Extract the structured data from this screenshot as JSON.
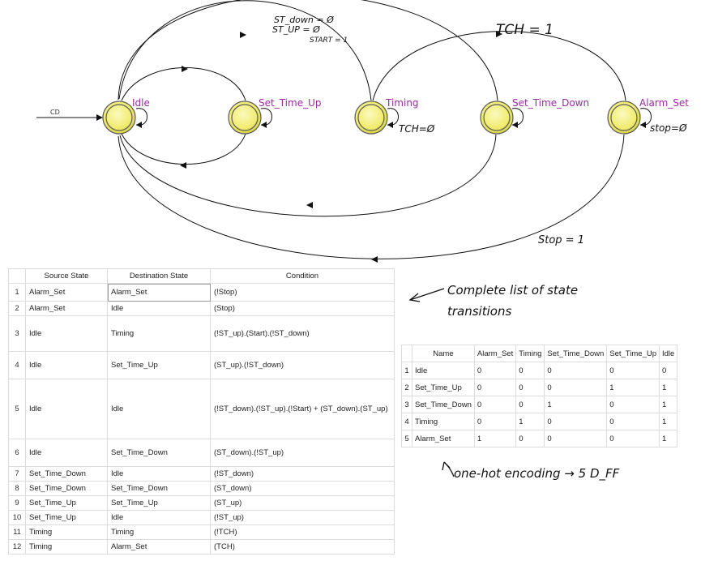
{
  "diagram": {
    "states": [
      {
        "id": "idle",
        "label": "Idle"
      },
      {
        "id": "set_time_up",
        "label": "Set_Time_Up"
      },
      {
        "id": "timing",
        "label": "Timing"
      },
      {
        "id": "set_time_down",
        "label": "Set_Time_Down"
      },
      {
        "id": "alarm_set",
        "label": "Alarm_Set"
      }
    ],
    "input_label": "CD",
    "annotations": {
      "st_down": "ST_down = Ø",
      "st_up": "ST_UP = Ø",
      "start": "START = 1",
      "tch1": "TCH = 1",
      "tch0": "TCH=Ø",
      "stop0": "stop=Ø",
      "stop1": "Stop = 1",
      "transitions_note_1": "Complete list of state",
      "transitions_note_2": "transitions",
      "encoding_note": "one-hot encoding → 5 D_FF"
    },
    "colors": {
      "state_fill": "#f3f07a",
      "state_ring": "#5a5a5a",
      "label": "#9a2aa0",
      "line": "#111111"
    }
  },
  "transitions": {
    "headers": [
      "Source State",
      "Destination State",
      "Condition"
    ],
    "rows": [
      {
        "n": "1",
        "src": "Alarm_Set",
        "dst": "Alarm_Set",
        "cond": "(!Stop)"
      },
      {
        "n": "2",
        "src": "Alarm_Set",
        "dst": "Idle",
        "cond": "(Stop)"
      },
      {
        "n": "3",
        "src": "Idle",
        "dst": "Timing",
        "cond": "(!ST_up).(Start).(!ST_down)"
      },
      {
        "n": "4",
        "src": "Idle",
        "dst": "Set_Time_Up",
        "cond": "(ST_up).(!ST_down)"
      },
      {
        "n": "5",
        "src": "Idle",
        "dst": "Idle",
        "cond": "(!ST_down).(!ST_up).(!Start) + (ST_down).(ST_up)"
      },
      {
        "n": "6",
        "src": "Idle",
        "dst": "Set_Time_Down",
        "cond": "(ST_down).(!ST_up)"
      },
      {
        "n": "7",
        "src": "Set_Time_Down",
        "dst": "Idle",
        "cond": "(!ST_down)"
      },
      {
        "n": "8",
        "src": "Set_Time_Down",
        "dst": "Set_Time_Down",
        "cond": "(ST_down)"
      },
      {
        "n": "9",
        "src": "Set_Time_Up",
        "dst": "Set_Time_Up",
        "cond": "(ST_up)"
      },
      {
        "n": "10",
        "src": "Set_Time_Up",
        "dst": "Idle",
        "cond": "(!ST_up)"
      },
      {
        "n": "11",
        "src": "Timing",
        "dst": "Timing",
        "cond": "(!TCH)"
      },
      {
        "n": "12",
        "src": "Timing",
        "dst": "Alarm_Set",
        "cond": "(TCH)"
      }
    ]
  },
  "encoding": {
    "headers": [
      "Name",
      "Alarm_Set",
      "Timing",
      "Set_Time_Down",
      "Set_Time_Up",
      "Idle"
    ],
    "rows": [
      {
        "n": "1",
        "cells": [
          "Idle",
          "0",
          "0",
          "0",
          "0",
          "0"
        ]
      },
      {
        "n": "2",
        "cells": [
          "Set_Time_Up",
          "0",
          "0",
          "0",
          "1",
          "1"
        ]
      },
      {
        "n": "3",
        "cells": [
          "Set_Time_Down",
          "0",
          "0",
          "1",
          "0",
          "1"
        ]
      },
      {
        "n": "4",
        "cells": [
          "Timing",
          "0",
          "1",
          "0",
          "0",
          "1"
        ]
      },
      {
        "n": "5",
        "cells": [
          "Alarm_Set",
          "1",
          "0",
          "0",
          "0",
          "1"
        ]
      }
    ]
  }
}
